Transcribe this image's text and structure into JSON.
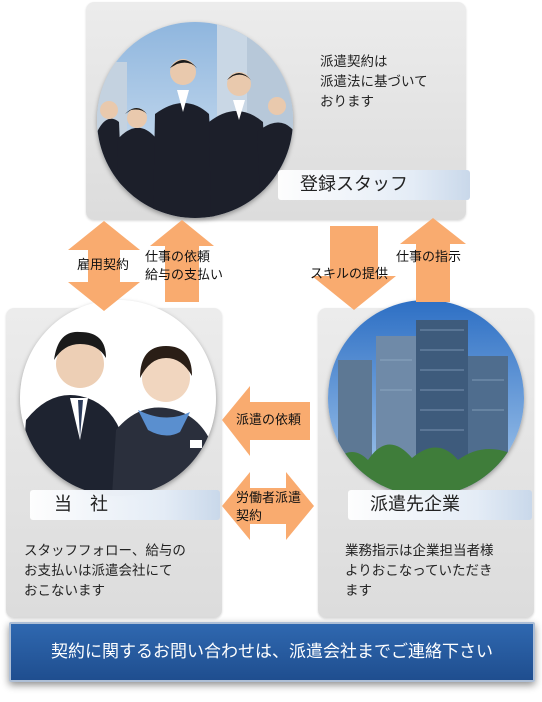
{
  "staff": {
    "label": "登録スタッフ",
    "note_lines": [
      "派遣契約は",
      "派遣法に基づいて",
      "おります"
    ]
  },
  "company": {
    "label": "当　社",
    "note_lines": [
      "スタッフフォロー、給与の",
      "お支払いは派遣会社にて",
      "おこないます"
    ]
  },
  "client": {
    "label": "派遣先企業",
    "note_lines": [
      "業務指示は企業担当者様",
      "よりおこなっていただき",
      "ます"
    ]
  },
  "arrows": {
    "employment_contract": "雇用契約",
    "job_request_lines": [
      "仕事の依頼",
      "給与の支払い"
    ],
    "skill_provision": "スキルの提供",
    "job_instruction": "仕事の指示",
    "dispatch_request": "派遣の依頼",
    "worker_dispatch_contract_lines": [
      "労働者派遣",
      "契約"
    ]
  },
  "banner": {
    "text": "契約に関するお問い合わせは、派遣会社までご連絡下さい"
  },
  "colors": {
    "arrow": "#f9ab6f",
    "box": "#e3e3e3",
    "banner": "#2a5fa6"
  }
}
